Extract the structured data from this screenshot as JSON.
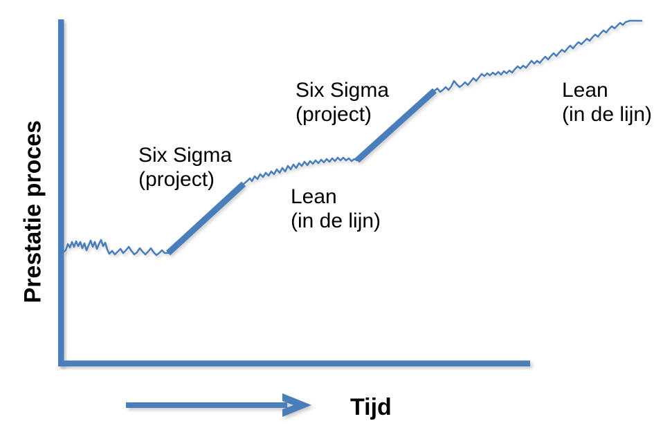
{
  "figure": {
    "y_axis_title": "Prestatie proces",
    "x_axis_title": "Tijd",
    "annotations": {
      "six_sigma_1": "Six Sigma\n(project)",
      "lean_1": "Lean\n(in de lijn)",
      "six_sigma_2": "Six Sigma\n(project)",
      "lean_2": "Lean\n(in de lijn)"
    },
    "colors": {
      "line": "#4A7EBB",
      "axis": "#4A7EBB",
      "text": "#000000",
      "background": "#FFFFFF",
      "shadow": "#BFBFBF"
    }
  },
  "chart_data": {
    "type": "line",
    "title": "",
    "subtitle": "",
    "xlabel": "Tijd",
    "ylabel": "Prestatie proces",
    "xlim": [
      0,
      100
    ],
    "ylim": [
      0,
      100
    ],
    "grid": false,
    "legend": null,
    "axis_arrows": [
      "x-direction-arrow"
    ],
    "annotations": [
      {
        "text": "Six Sigma\n(project)",
        "x": 17,
        "y": 68,
        "role": "step-label"
      },
      {
        "text": "Lean\n(in de lijn)",
        "x": 49,
        "y": 57,
        "role": "slope-label"
      },
      {
        "text": "Six Sigma\n(project)",
        "x": 50,
        "y": 82,
        "role": "step-label"
      },
      {
        "text": "Lean\n(in de lijn)",
        "x": 107,
        "y": 82,
        "role": "slope-label"
      }
    ],
    "phases": [
      {
        "name": "Lean (in de lijn)",
        "style": "noisy-flat",
        "x_start": 0,
        "x_end": 23,
        "y_start": 32,
        "y_end": 32
      },
      {
        "name": "Six Sigma (project)",
        "style": "thick-step",
        "x_start": 23,
        "x_end": 39,
        "y_start": 32,
        "y_end": 52
      },
      {
        "name": "Lean (in de lijn)",
        "style": "noisy-rising",
        "x_start": 39,
        "x_end": 63,
        "y_start": 52,
        "y_end": 59
      },
      {
        "name": "Six Sigma (project)",
        "style": "thick-step",
        "x_start": 63,
        "x_end": 80,
        "y_start": 59,
        "y_end": 79
      },
      {
        "name": "Lean (in de lijn)",
        "style": "noisy-rising",
        "x_start": 80,
        "x_end": 124,
        "y_start": 79,
        "y_end": 99
      }
    ],
    "series": [
      {
        "name": "Prestatie proces",
        "values": [
          32,
          33,
          31,
          34,
          32,
          30,
          33,
          35,
          31,
          32,
          34,
          30,
          33,
          31,
          34,
          32,
          31,
          33,
          30,
          32,
          33,
          31,
          32,
          36,
          40,
          44,
          48,
          52,
          53,
          55,
          54,
          56,
          55,
          57,
          56,
          58,
          57,
          56,
          58,
          59,
          58,
          60,
          59,
          58,
          59,
          60,
          59,
          58,
          59,
          60,
          59,
          60,
          63,
          67,
          71,
          75,
          79,
          80,
          81,
          80,
          82,
          81,
          83,
          82,
          84,
          83,
          85,
          84,
          86,
          85,
          87,
          86,
          88,
          87,
          89,
          88,
          90,
          89,
          91,
          90,
          92,
          91,
          93,
          92,
          94,
          93,
          95,
          94,
          96,
          95,
          97,
          96,
          98,
          97,
          99,
          98,
          99
        ]
      }
    ]
  }
}
